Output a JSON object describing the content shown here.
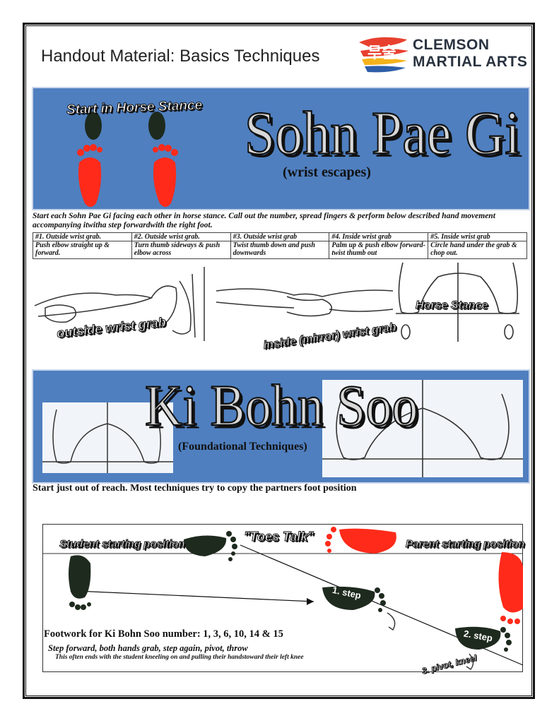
{
  "header": {
    "title": "Handout Material: Basics Techniques",
    "logo_line1": "CLEMSON",
    "logo_line2": "MARTIAL ARTS",
    "logo_colors": [
      "#e8402f",
      "#f4b21c",
      "#2f5ea8"
    ]
  },
  "sohn_pae_gi": {
    "stance_label": "Start in Horse Stance",
    "title": "Sohn Pae Gi",
    "subtitle": "(wrist escapes)",
    "intro": "Start each Sohn Pae Gi facing each other in horse stance. Call out the number, spread fingers & perform below described hand movement accompanying itwitha step forwardwith the right foot.",
    "moves": [
      {
        "title": "#1. Outside wrist grab.",
        "desc": "Push elbow straight up & forward."
      },
      {
        "title": "#2. Outside wrist grab.",
        "desc": "Turn thumb sideways & push elbow across"
      },
      {
        "title": "#3. Outside wrist grab",
        "desc": "Twist thumb down and push downwards"
      },
      {
        "title": "#4. Inside wrist grab",
        "desc": "Palm up & push elbow forward-twist thumb out"
      },
      {
        "title": "#5. Inside wrist grab",
        "desc": "Circle hand under the grab & chop out."
      }
    ],
    "image_labels": {
      "outside": "outside wrist grab",
      "inside": "inside (mirror) wrist grab",
      "horse": "Horse Stance"
    }
  },
  "ki_bohn_soo": {
    "title": "Ki Bohn Soo",
    "subtitle": "(Foundational Techniques)",
    "start_line": "Start just out of reach. Most techniques try to copy the partners foot position"
  },
  "footwork": {
    "toes_talk": "\"Toes Talk\"",
    "student_label": "Student starting position",
    "parent_label": "Parent starting position",
    "step1": "1. step",
    "step2": "2. step",
    "step3": "3. pivot, kneel",
    "title": "Footwork for Ki Bohn Soo number: 1, 3, 6, 10, 14 & 15",
    "line1": "Step forward, both hands grab, step again, pivot, throw",
    "line2": "This often ends with the student kneeling on and pulling their handstoward their left knee"
  }
}
